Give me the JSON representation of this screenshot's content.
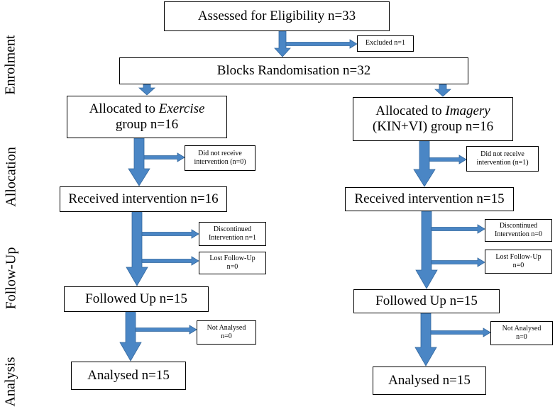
{
  "stages": {
    "enrolment": "Enrolment",
    "allocation": "Allocation",
    "follow_up": "Follow-Up",
    "analysis": "Analysis"
  },
  "enrolment": {
    "assessed": "Assessed for Eligibility n=33",
    "excluded": "Excluded n=1",
    "randomisation": "Blocks Randomisation n=32"
  },
  "exercise": {
    "allocated_prefix": "Allocated to ",
    "allocated_group": "Exercise",
    "allocated_suffix": "group n=16",
    "not_received_line1": "Did not receive",
    "not_received_line2": "intervention (n=0)",
    "received": "Received intervention n=16",
    "discontinued_line1": "Discontinued",
    "discontinued_line2": "Intervention n=1",
    "lost_line1": "Lost Follow-Up",
    "lost_line2": "n=0",
    "followed": "Followed Up n=15",
    "not_analysed_line1": "Not Analysed",
    "not_analysed_line2": "n=0",
    "analysed": "Analysed n=15"
  },
  "imagery": {
    "allocated_prefix": "Allocated to ",
    "allocated_group": "Imagery",
    "allocated_suffix": "(KIN+VI) group n=16",
    "not_received_line1": "Did not receive",
    "not_received_line2": "intervention (n=1)",
    "received": "Received intervention n=15",
    "discontinued_line1": "Discontinued",
    "discontinued_line2": "Intervention n=0",
    "lost_line1": "Lost Follow-Up",
    "lost_line2": "n=0",
    "followed": "Followed Up n=15",
    "not_analysed_line1": "Not Analysed",
    "not_analysed_line2": "n=0",
    "analysed": "Analysed n=15"
  },
  "colors": {
    "arrow": "#4a86c5",
    "arrow_stroke": "#35699f"
  }
}
